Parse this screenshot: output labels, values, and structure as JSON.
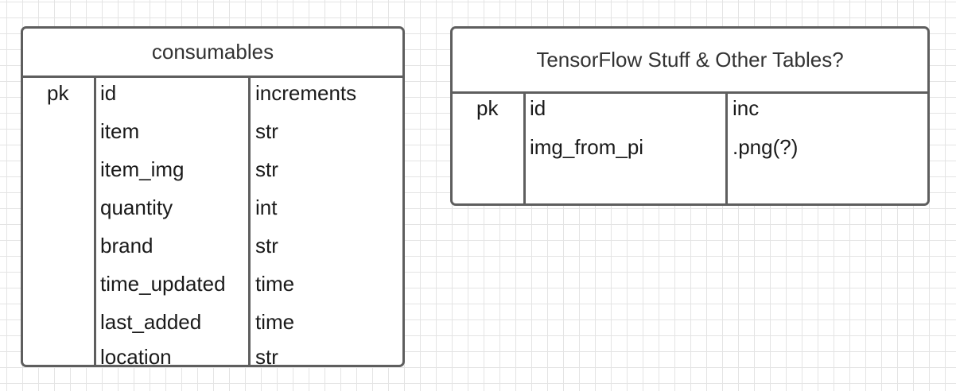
{
  "tables": [
    {
      "title": "consumables",
      "rows": [
        {
          "key": "pk",
          "name": "id",
          "type": "increments"
        },
        {
          "key": "",
          "name": "item",
          "type": "str"
        },
        {
          "key": "",
          "name": "item_img",
          "type": "str"
        },
        {
          "key": "",
          "name": "quantity",
          "type": "int"
        },
        {
          "key": "",
          "name": "brand",
          "type": "str"
        },
        {
          "key": "",
          "name": "time_updated",
          "type": "time"
        },
        {
          "key": "",
          "name": "last_added",
          "type": "time"
        },
        {
          "key": "",
          "name": "location",
          "type": "str"
        }
      ]
    },
    {
      "title": "TensorFlow Stuff & Other Tables?",
      "rows": [
        {
          "key": "pk",
          "name": "id",
          "type": "inc"
        },
        {
          "key": "",
          "name": "img_from_pi",
          "type": ".png(?)"
        }
      ]
    }
  ],
  "colors": {
    "border": "#5e5e5e",
    "text": "#1a1a1a",
    "grid": "#e4e4e4"
  }
}
